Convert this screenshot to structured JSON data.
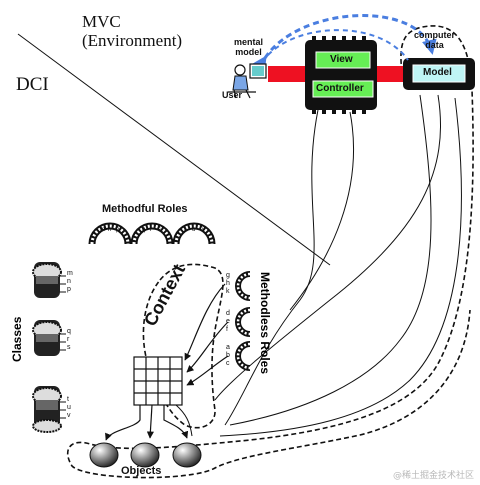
{
  "mvc": {
    "title": "MVC",
    "subtitle": "(Environment)"
  },
  "dci": {
    "title": "DCI"
  },
  "user_side": {
    "mental_model": "mental\nmodel",
    "user": "User"
  },
  "view_box": {
    "label": "View"
  },
  "controller_box": {
    "label": "Controller"
  },
  "model_box": {
    "label": "Model"
  },
  "computer_data": "computer\ndata",
  "methodful_roles": {
    "title": "Methodful Roles",
    "role_letters": [
      "m",
      "n",
      "p",
      "q",
      "r",
      "s",
      "t",
      "u",
      "v"
    ]
  },
  "classes": {
    "title": "Classes",
    "groups": [
      [
        "m",
        "n",
        "p"
      ],
      [
        "q",
        "r",
        "s"
      ],
      [
        "t",
        "u",
        "v"
      ]
    ]
  },
  "methodless_roles": {
    "title": "Methodless Roles",
    "groups": [
      [
        "g",
        "h",
        "k"
      ],
      [
        "d",
        "e",
        "f"
      ],
      [
        "a",
        "b",
        "c"
      ]
    ]
  },
  "context": {
    "label": "Context"
  },
  "objects": {
    "label": "Objects"
  },
  "watermark": "@稀土掘金技术社区",
  "colors": {
    "green": "#66ee55",
    "red": "#ee1122",
    "cyan": "#bff5f5",
    "blue": "#4a7ee0",
    "black": "#111111"
  }
}
